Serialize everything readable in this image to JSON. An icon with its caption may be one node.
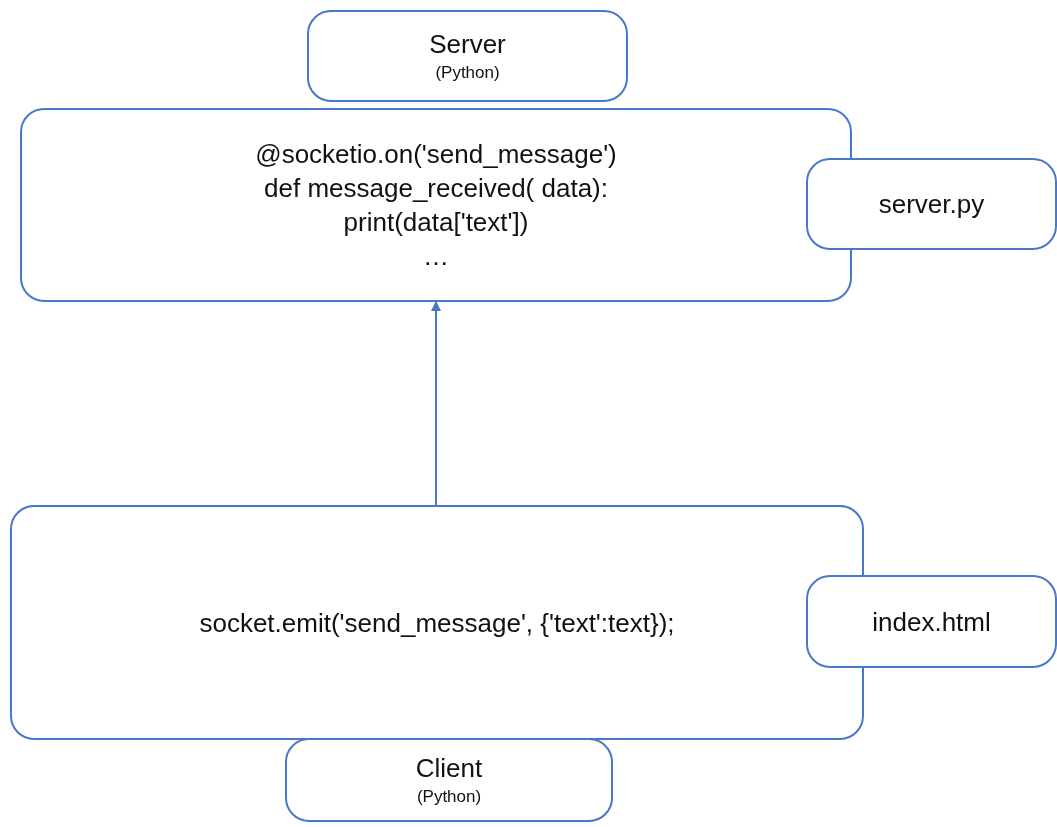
{
  "diagram": {
    "nodes": [
      {
        "text": [
          "Server",
          "(Python)"
        ]
      },
      {
        "text": [
          "@socketio.on('send_message')",
          "def message_received( data):",
          "print(data['text'])",
          "…"
        ]
      },
      {
        "text": [
          "server.py"
        ]
      },
      {
        "text": [
          "socket.emit('send_message', {'text':text});"
        ]
      },
      {
        "text": [
          "index.html"
        ]
      },
      {
        "text": [
          "Client",
          "(Python)"
        ]
      }
    ],
    "edges": [
      {
        "from": 3,
        "to": 1,
        "arrow": "to"
      }
    ]
  }
}
